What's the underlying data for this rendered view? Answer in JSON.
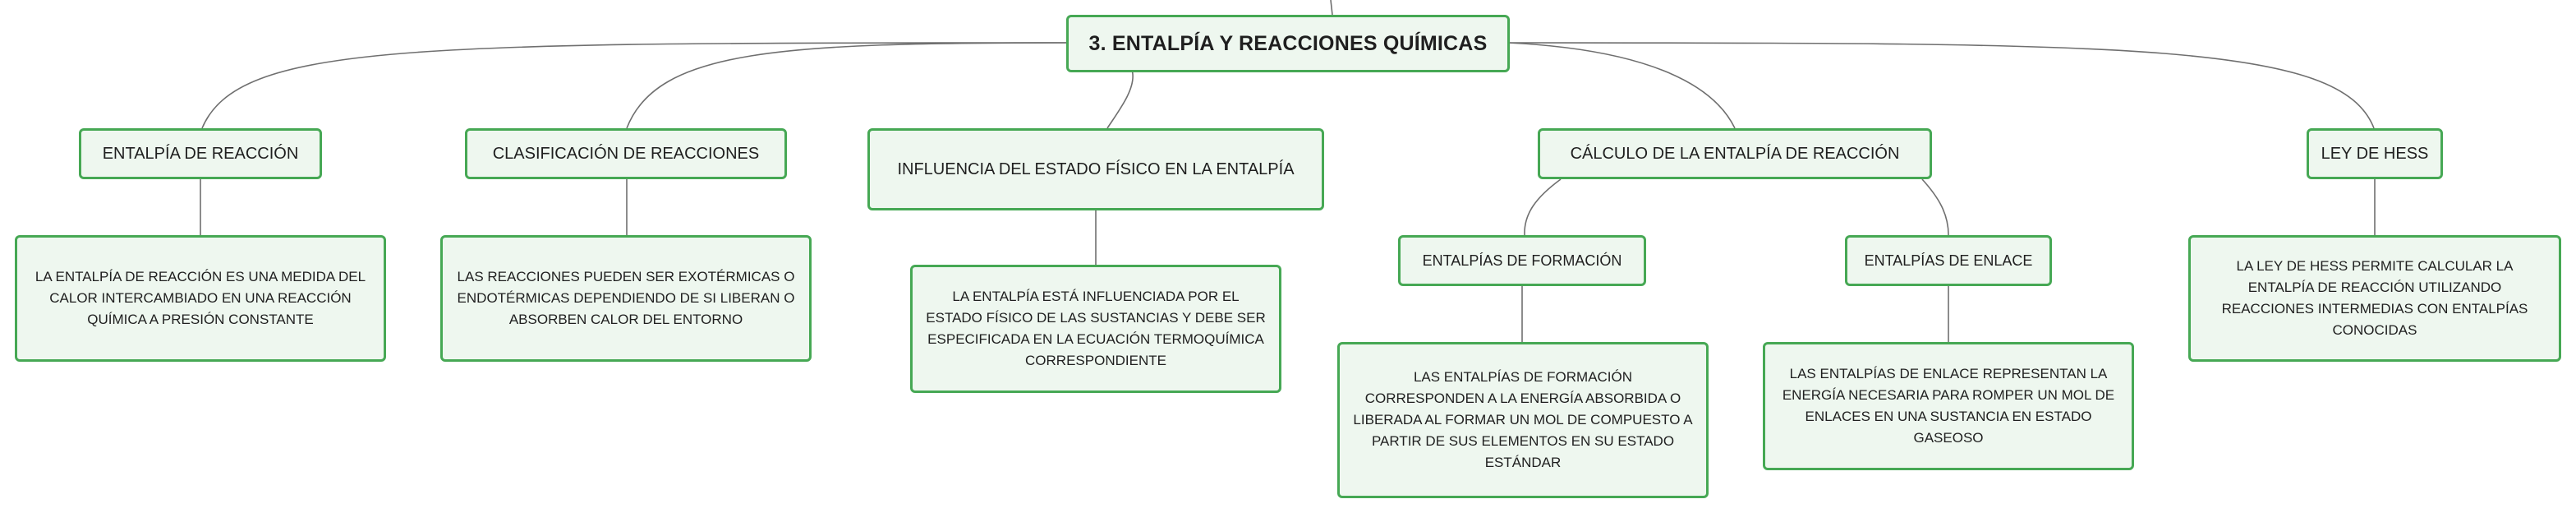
{
  "mindmap": {
    "root": "3. ENTALPÍA Y REACCIONES QUÍMICAS",
    "topics": [
      {
        "label": "ENTALPÍA DE REACCIÓN",
        "description": "LA ENTALPÍA DE REACCIÓN ES UNA MEDIDA DEL CALOR INTERCAMBIADO EN UNA REACCIÓN QUÍMICA A PRESIÓN CONSTANTE"
      },
      {
        "label": "CLASIFICACIÓN DE REACCIONES",
        "description": "LAS REACCIONES PUEDEN SER EXOTÉRMICAS O ENDOTÉRMICAS DEPENDIENDO DE SI LIBERAN O ABSORBEN CALOR DEL ENTORNO"
      },
      {
        "label": "INFLUENCIA DEL ESTADO FÍSICO EN LA ENTALPÍA",
        "description": "LA ENTALPÍA ESTÁ INFLUENCIADA POR EL ESTADO FÍSICO DE LAS SUSTANCIAS Y DEBE SER ESPECIFICADA EN LA ECUACIÓN TERMOQUÍMICA CORRESPONDIENTE"
      },
      {
        "label": "CÁLCULO DE LA ENTALPÍA DE REACCIÓN",
        "subtopics": [
          {
            "label": "ENTALPÍAS DE FORMACIÓN",
            "description": "LAS ENTALPÍAS DE FORMACIÓN CORRESPONDEN A LA ENERGÍA ABSORBIDA O LIBERADA AL FORMAR UN MOL DE COMPUESTO A PARTIR DE SUS ELEMENTOS EN SU ESTADO ESTÁNDAR"
          },
          {
            "label": "ENTALPÍAS DE ENLACE",
            "description": "LAS ENTALPÍAS DE ENLACE REPRESENTAN LA ENERGÍA NECESARIA PARA ROMPER UN MOL DE ENLACES EN UNA SUSTANCIA EN ESTADO GASEOSO"
          }
        ]
      },
      {
        "label": "LEY DE HESS",
        "description": "LA LEY DE HESS PERMITE CALCULAR LA ENTALPÍA DE REACCIÓN UTILIZANDO REACCIONES INTERMEDIAS CON ENTALPÍAS CONOCIDAS"
      }
    ],
    "colors": {
      "border": "#46a854",
      "fill": "#eef7ef",
      "line": "#6f6f6f"
    }
  }
}
